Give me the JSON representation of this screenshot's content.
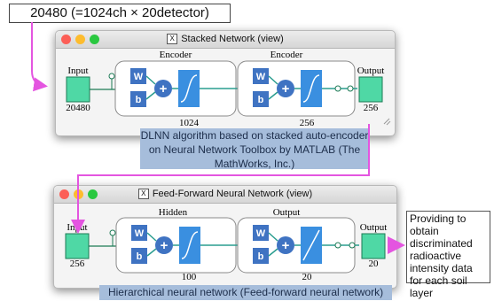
{
  "top_label": "20480 (=1024ch × 20detector)",
  "window1": {
    "title": "Stacked Network (view)",
    "input_label": "Input",
    "input_size": "20480",
    "layer1": {
      "name": "Encoder",
      "size": "1024"
    },
    "layer2": {
      "name": "Encoder",
      "size": "256"
    },
    "output_label": "Output",
    "output_size": "256",
    "weight_label": "W",
    "bias_label": "b"
  },
  "description": "DLNN algorithm based on stacked auto-encoder on Neural Network Toolbox by MATLAB (The MathWorks, Inc.)",
  "window2": {
    "title": "Feed-Forward Neural Network (view)",
    "input_label": "Input",
    "input_size": "256",
    "layer1": {
      "name": "Hidden",
      "size": "100"
    },
    "layer2": {
      "name": "Output",
      "size": "20"
    },
    "output_label": "Output",
    "output_size": "20",
    "weight_label": "W",
    "bias_label": "b"
  },
  "bottom_caption": "Hierarchical neural network (Feed-forward neural network)",
  "note": "Providing to obtain discriminated radioactive intensity data for each soil layer",
  "colors": {
    "node_green": "#4fd8a5",
    "block_blue": "#3f73c2",
    "transfer_blue": "#3a8fe0",
    "arrow_magenta": "#e455e0",
    "close_red": "#fc5f57",
    "min_yellow": "#fdbc2e",
    "max_green": "#2ac840"
  },
  "icons": [
    "matlab-window-icon",
    "sum-icon",
    "sigmoid-curve-icon",
    "linear-transfer-icon"
  ]
}
